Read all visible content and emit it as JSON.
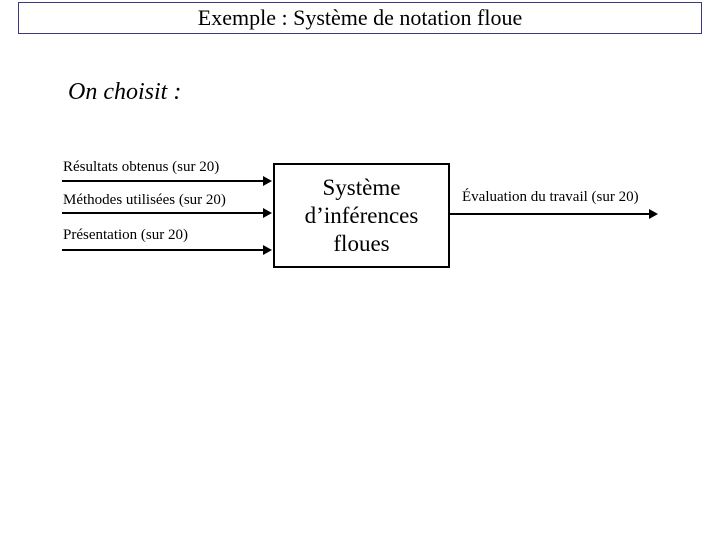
{
  "slide": {
    "title": "Exemple : Système de notation floue",
    "intro": "On choisit :",
    "inputs": [
      {
        "label": "Résultats obtenus (sur 20)"
      },
      {
        "label": "Méthodes utilisées (sur 20)"
      },
      {
        "label": "Présentation (sur 20)"
      }
    ],
    "process_box": {
      "lines": [
        "Système",
        "d’inférences",
        "floues"
      ]
    },
    "output": {
      "label": "Évaluation du travail (sur 20)"
    },
    "colors": {
      "title_border": "#3a3a7e",
      "text": "#000000",
      "arrow": "#000000",
      "background": "#ffffff"
    }
  }
}
